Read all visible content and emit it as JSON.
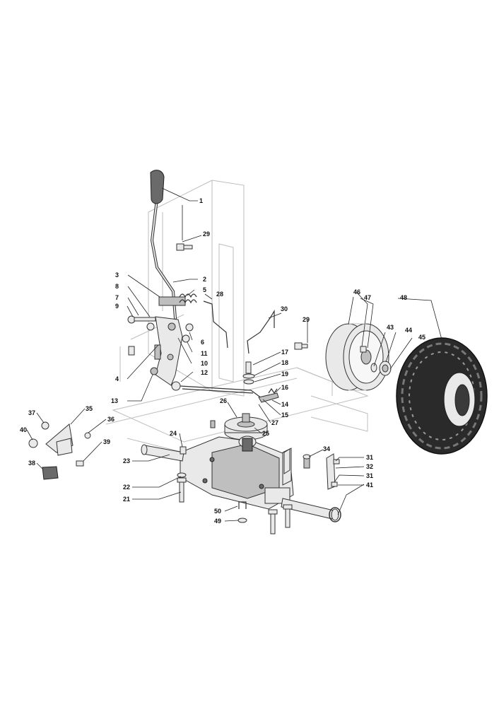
{
  "callouts": {
    "c1": "1",
    "c2": "2",
    "c3": "3",
    "c4": "4",
    "c5": "5",
    "c6": "6",
    "c7": "7",
    "c8": "8",
    "c9": "9",
    "c10": "10",
    "c11": "11",
    "c12": "12",
    "c13": "13",
    "c14": "14",
    "c15": "15",
    "c16": "16",
    "c17": "17",
    "c18": "18",
    "c19": "19",
    "c21": "21",
    "c22": "22",
    "c23": "23",
    "c24": "24",
    "c25": "25",
    "c26": "26",
    "c27": "27",
    "c28": "28",
    "c29a": "29",
    "c29b": "29",
    "c30": "30",
    "c31a": "31",
    "c31b": "31",
    "c32": "32",
    "c34": "34",
    "c35": "35",
    "c36": "36",
    "c37": "37",
    "c38": "38",
    "c39": "39",
    "c40": "40",
    "c41": "41",
    "c43": "43",
    "c44": "44",
    "c45": "45",
    "c46": "46",
    "c47": "47",
    "c48": "48",
    "c49": "49",
    "c50": "50"
  }
}
